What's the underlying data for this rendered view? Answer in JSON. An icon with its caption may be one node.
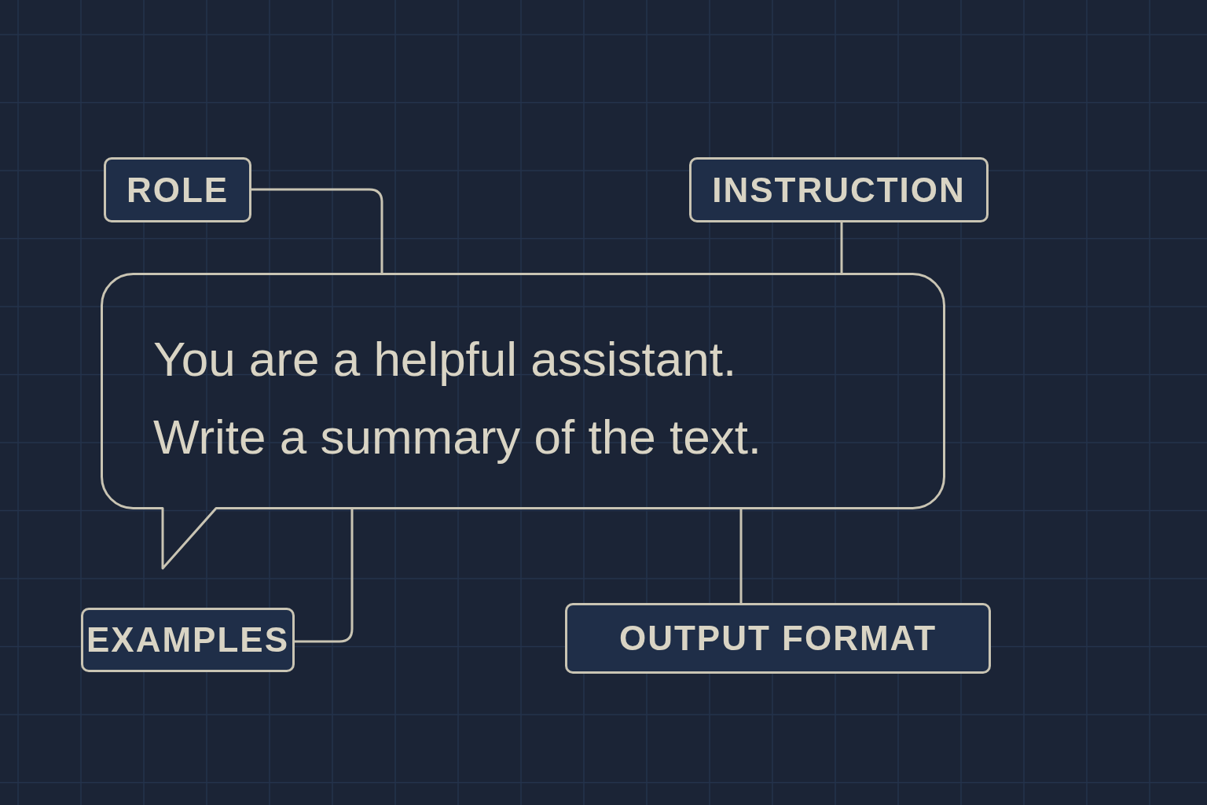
{
  "diagram": {
    "nodes": [
      {
        "text": [
          "ROLE"
        ]
      },
      {
        "text": [
          "INSTRUCTION"
        ]
      },
      {
        "text": [
          "You are a helpful assistant.",
          "Write a summary of the text."
        ]
      },
      {
        "text": [
          "EXAMPLES"
        ]
      },
      {
        "text": [
          "OUTPUT FORMAT"
        ]
      }
    ],
    "edges": [
      {
        "from": 0,
        "to": 2,
        "arrow": "none"
      },
      {
        "from": 1,
        "to": 2,
        "arrow": "none"
      },
      {
        "from": 3,
        "to": 2,
        "arrow": "none"
      },
      {
        "from": 4,
        "to": 2,
        "arrow": "none"
      }
    ]
  }
}
